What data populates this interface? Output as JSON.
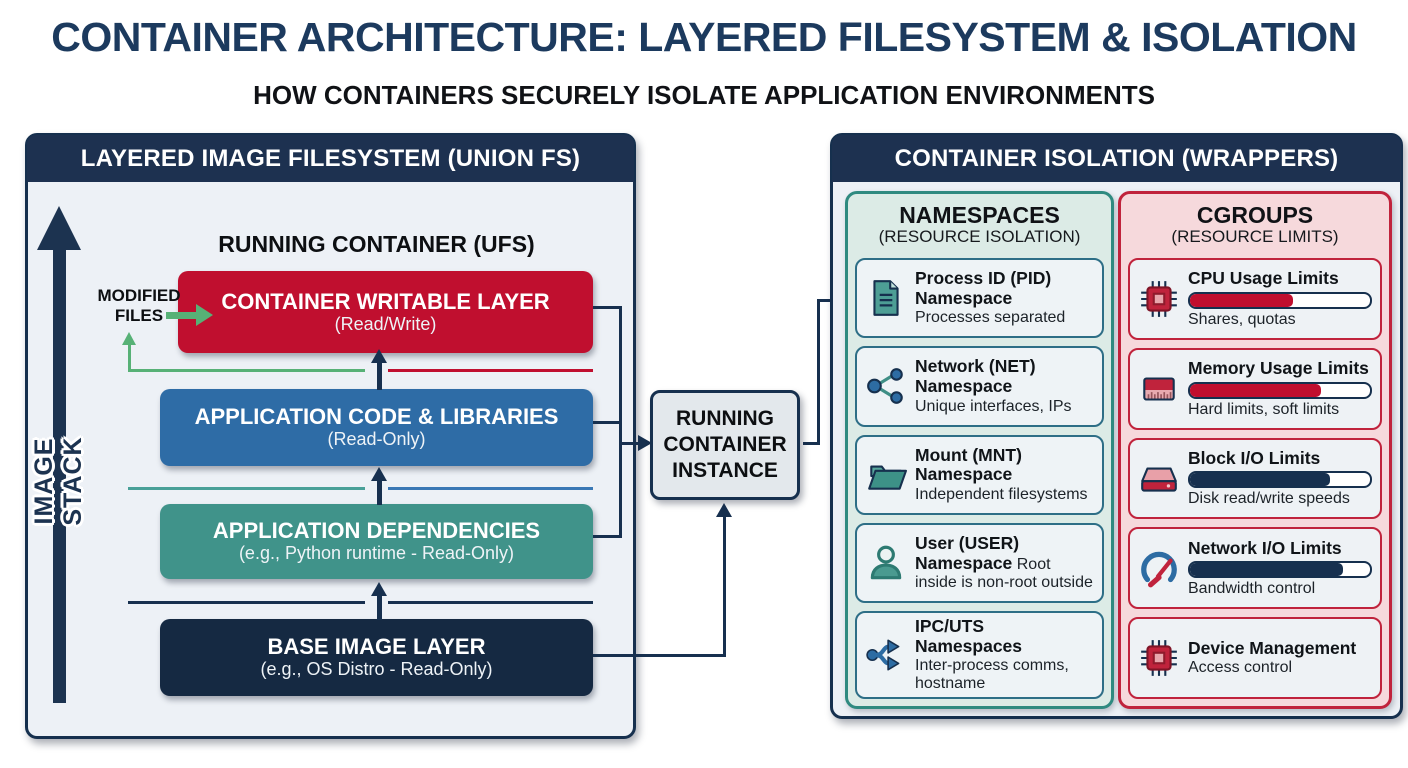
{
  "title": "CONTAINER ARCHITECTURE: LAYERED FILESYSTEM & ISOLATION",
  "subtitle": "HOW CONTAINERS SECURELY ISOLATE APPLICATION ENVIRONMENTS",
  "colors": {
    "navy": "#1c3a5e",
    "header_navy": "#1d3150",
    "red": "#c00f2f",
    "blue": "#2e6ca6",
    "teal": "#40938a",
    "dark_layer": "#152942",
    "green_arrow": "#57b176",
    "panel_bg": "#edf1f6",
    "namespaces_bg": "#dcebe6",
    "namespaces_border": "#2f8a80",
    "cgroups_bg": "#f6d9dc",
    "cgroups_border": "#c0233c"
  },
  "left_panel": {
    "header": "LAYERED IMAGE FILESYSTEM (UNION FS)",
    "stack_label": "IMAGE STACK",
    "running_label": "RUNNING CONTAINER (UFS)",
    "modified_files_label": "MODIFIED FILES",
    "layers": [
      {
        "title": "CONTAINER WRITABLE LAYER",
        "subtitle": "(Read/Write)",
        "color": "#c00f2f"
      },
      {
        "title": "APPLICATION CODE & LIBRARIES",
        "subtitle": "(Read-Only)",
        "color": "#2e6ca6"
      },
      {
        "title": "APPLICATION DEPENDENCIES",
        "subtitle": "(e.g., Python runtime - Read-Only)",
        "color": "#40938a"
      },
      {
        "title": "BASE IMAGE LAYER",
        "subtitle": "(e.g., OS Distro - Read-Only)",
        "color": "#152942"
      }
    ]
  },
  "center": {
    "instance_label": "RUNNING CONTAINER INSTANCE"
  },
  "right_panel": {
    "header": "CONTAINER ISOLATION (WRAPPERS)",
    "namespaces": {
      "title": "NAMESPACES",
      "subtitle": "(RESOURCE ISOLATION)",
      "items": [
        {
          "icon": "document-icon",
          "title": "Process ID (PID) Namespace",
          "desc": "Processes separated"
        },
        {
          "icon": "network-nodes-icon",
          "title": "Network (NET) Namespace",
          "desc": "Unique interfaces, IPs"
        },
        {
          "icon": "folder-icon",
          "title": "Mount (MNT) Namespace",
          "desc": "Independent filesystems"
        },
        {
          "icon": "user-icon",
          "title": "User (USER) Namespace",
          "desc": "Root inside is non-root outside"
        },
        {
          "icon": "branch-arrows-icon",
          "title": "IPC/UTS Namespaces",
          "desc": "Inter-process comms, hostname"
        }
      ]
    },
    "cgroups": {
      "title": "CGROUPS",
      "subtitle": "(RESOURCE LIMITS)",
      "items": [
        {
          "icon": "cpu-chip-icon",
          "title": "CPU Usage Limits",
          "desc": "Shares, quotas",
          "progress_pct": 57,
          "progress_color": "#c00f2f"
        },
        {
          "icon": "memory-icon",
          "title": "Memory Usage Limits",
          "desc": "Hard limits, soft limits",
          "progress_pct": 73,
          "progress_color": "#c00f2f"
        },
        {
          "icon": "disk-icon",
          "title": "Block I/O Limits",
          "desc": "Disk read/write speeds",
          "progress_pct": 78,
          "progress_color": "#17304f"
        },
        {
          "icon": "gauge-icon",
          "title": "Network I/O Limits",
          "desc": "Bandwidth control",
          "progress_pct": 85,
          "progress_color": "#17304f"
        },
        {
          "icon": "device-chip-icon",
          "title": "Device Management",
          "desc": "Access control",
          "progress_pct": null,
          "progress_color": null
        }
      ]
    }
  }
}
